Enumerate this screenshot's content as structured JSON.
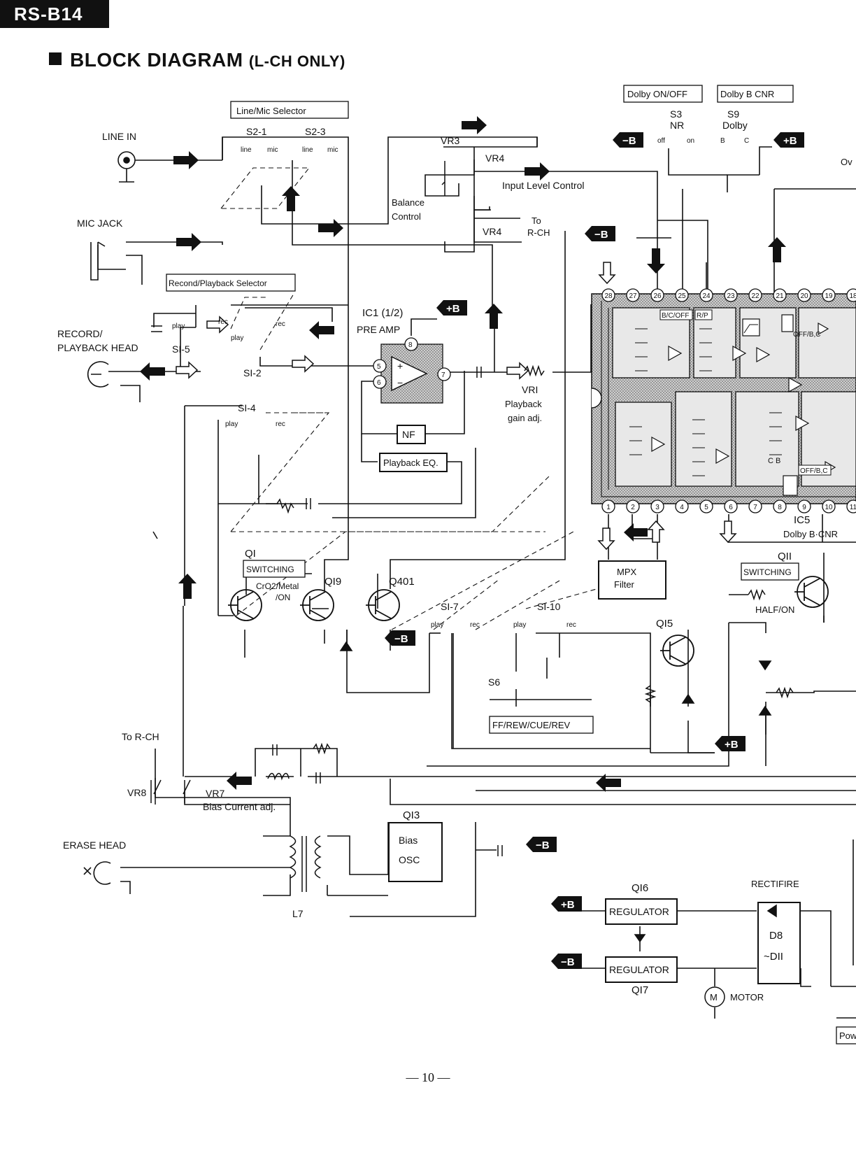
{
  "header": {
    "model_tab": "RS-B14",
    "title_main": "BLOCK DIAGRAM",
    "title_sub": "(L-CH ONLY)"
  },
  "labels": {
    "line_mic_selector": "Line/Mic Selector",
    "s2_1": "S2-1",
    "s2_3": "S2-3",
    "line_a": "line",
    "mic_a": "mic",
    "line_b": "line",
    "mic_b": "mic",
    "line_in": "LINE IN",
    "mic_jack": "MIC JACK",
    "rec_play_selector": "Recond/Playback Selector",
    "record_playback_head_1": "RECORD/",
    "record_playback_head_2": "PLAYBACK HEAD",
    "s1_5": "SI-5",
    "s1_2": "SI-2",
    "s1_4": "SI-4",
    "play_s15": "play",
    "rec_s15": "rec",
    "play_s12": "play",
    "rec_s12": "rec",
    "play_s14": "play",
    "rec_s14": "rec",
    "vr3": "VR3",
    "vr4_top": "VR4",
    "vr4_bottom": "VR4",
    "balance_1": "Balance",
    "balance_2": "Control",
    "input_level": "Input Level Control",
    "to_rch_1": "To",
    "to_rch_2": "R-CH",
    "ic1": "IC1 (1/2)",
    "pre_amp": "PRE AMP",
    "pin_5": "5",
    "pin_6": "6",
    "pin_7": "7",
    "pin_8": "8",
    "nf": "NF",
    "playback_eq": "Playback EQ.",
    "vr1": "VRI",
    "vr1_desc_1": "Playback",
    "vr1_desc_2": "gain adj.",
    "dolby_onoff": "Dolby ON/OFF",
    "dolby_bcnr": "Dolby B CNR",
    "s3": "S3",
    "nr": "NR",
    "s9": "S9",
    "dolby": "Dolby",
    "off": "off",
    "on": "on",
    "b": "B",
    "c": "C",
    "over_partial": "Ov",
    "ic5_1": "IC5",
    "ic5_2": "Dolby B·CNR",
    "ic_bc_off": "B/C/OFF",
    "ic_rp": "R/P",
    "ic_off_bc": "OFF/B,C",
    "ic_off_bc_2": "OFF/B,C",
    "ic_cb": "C B",
    "mpx_1": "MPX",
    "mpx_2": "Filter",
    "q1": "QI",
    "q1_switching": "SWITCHING",
    "q1_crmetal": "CrO2/Metal",
    "q1_on": "/ON",
    "q19": "QI9",
    "q401": "Q401",
    "s1_7": "SI-7",
    "s1_10": "SI-10",
    "play_s17": "play",
    "rec_s17": "rec",
    "play_s110": "play",
    "rec_s110": "rec",
    "s6": "S6",
    "ffrew": "FF/REW/CUE/REV",
    "q11": "QII",
    "q11_switching": "SWITCHING",
    "half_on": "HALF/ON",
    "q15": "QI5",
    "to_rch_bias": "To R-CH",
    "vr8": "VR8",
    "vr7": "VR7",
    "bias_current": "Bias Current adj.",
    "erase_head": "ERASE HEAD",
    "l7": "L7",
    "q13": "QI3",
    "bias_1": "Bias",
    "bias_2": "OSC",
    "q16": "QI6",
    "q17": "QI7",
    "regulator_1": "REGULATOR",
    "regulator_2": "REGULATOR",
    "rectifire": "RECTIFIRE",
    "d8_1": "D8",
    "d8_2": "~DII",
    "motor": "MOTOR",
    "motor_m": "M",
    "pow_partial": "Pow",
    "plus_b": "+B",
    "minus_b": "−B"
  },
  "ic5_pins_top": [
    "28",
    "27",
    "26",
    "25",
    "24",
    "23",
    "22",
    "21",
    "20",
    "19",
    "18"
  ],
  "ic5_pins_bottom": [
    "1",
    "2",
    "3",
    "4",
    "5",
    "6",
    "7",
    "8",
    "9",
    "10",
    "11"
  ],
  "footer": {
    "page_number": "— 10 —"
  }
}
